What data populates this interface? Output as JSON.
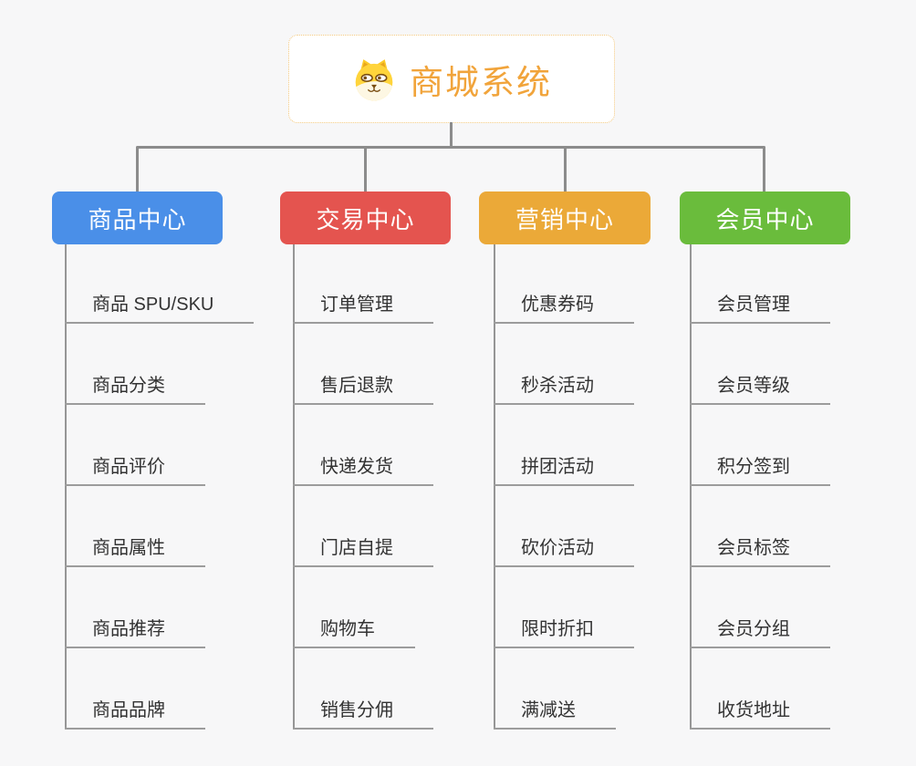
{
  "root": {
    "title": "商城系统",
    "icon": "dog-face-icon",
    "title_color": "#f1a43b",
    "border_color": "#f3c87e"
  },
  "connector_color": "#8c8c8c",
  "branches": [
    {
      "label": "商品中心",
      "color": "#4a8fe8",
      "items": [
        "商品 SPU/SKU",
        "商品分类",
        "商品评价",
        "商品属性",
        "商品推荐",
        "商品品牌"
      ]
    },
    {
      "label": "交易中心",
      "color": "#e4544f",
      "items": [
        "订单管理",
        "售后退款",
        "快递发货",
        "门店自提",
        "购物车",
        "销售分佣"
      ]
    },
    {
      "label": "营销中心",
      "color": "#eba938",
      "items": [
        "优惠券码",
        "秒杀活动",
        "拼团活动",
        "砍价活动",
        "限时折扣",
        "满减送"
      ]
    },
    {
      "label": "会员中心",
      "color": "#6abc3c",
      "items": [
        "会员管理",
        "会员等级",
        "积分签到",
        "会员标签",
        "会员分组",
        "收货地址"
      ]
    }
  ]
}
